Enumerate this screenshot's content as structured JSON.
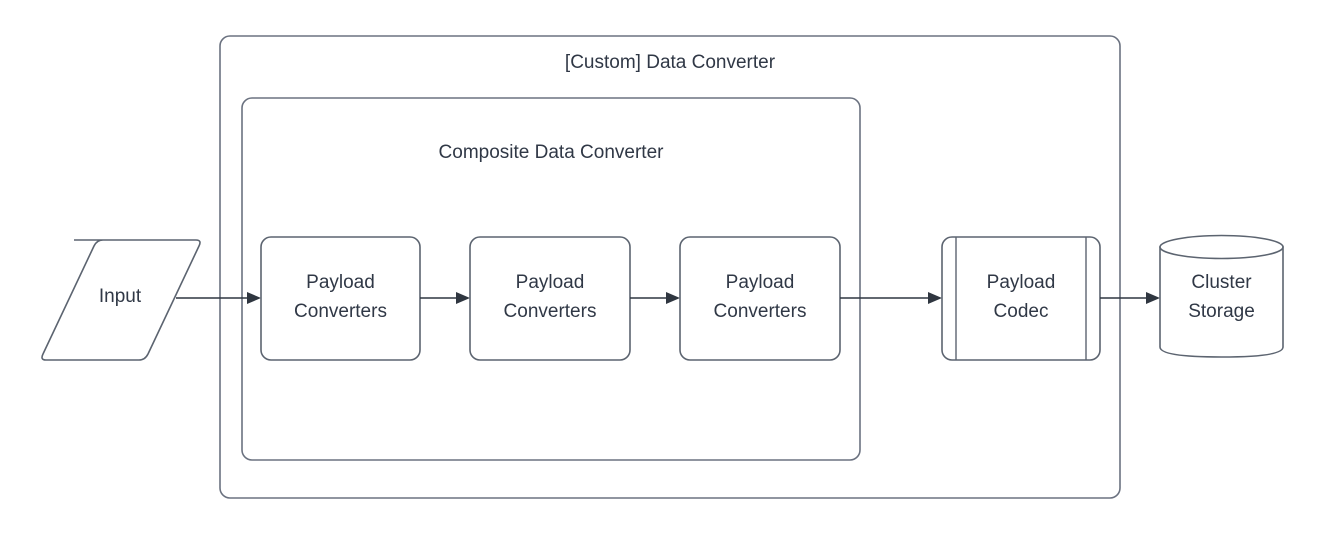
{
  "diagram": {
    "type": "flowchart",
    "background_color": "#ffffff",
    "stroke_color": "#5c6470",
    "text_color": "#303846",
    "containers": [
      {
        "id": "custom-data-converter",
        "label": "[Custom] Data Converter",
        "shape": "rounded-rectangle"
      },
      {
        "id": "composite-data-converter",
        "label": "Composite Data Converter",
        "shape": "rounded-rectangle"
      }
    ],
    "nodes": [
      {
        "id": "input",
        "label": "Input",
        "shape": "parallelogram"
      },
      {
        "id": "payload-converters-1",
        "label_line1": "Payload",
        "label_line2": "Converters",
        "shape": "rounded-rectangle"
      },
      {
        "id": "payload-converters-2",
        "label_line1": "Payload",
        "label_line2": "Converters",
        "shape": "rounded-rectangle"
      },
      {
        "id": "payload-converters-3",
        "label_line1": "Payload",
        "label_line2": "Converters",
        "shape": "rounded-rectangle"
      },
      {
        "id": "payload-codec",
        "label_line1": "Payload",
        "label_line2": "Codec",
        "shape": "process"
      },
      {
        "id": "cluster-storage",
        "label_line1": "Cluster",
        "label_line2": "Storage",
        "shape": "cylinder"
      }
    ],
    "edges": [
      {
        "from": "input",
        "to": "payload-converters-1",
        "arrow": "single"
      },
      {
        "from": "payload-converters-1",
        "to": "payload-converters-2",
        "arrow": "single"
      },
      {
        "from": "payload-converters-2",
        "to": "payload-converters-3",
        "arrow": "single"
      },
      {
        "from": "payload-converters-3",
        "to": "payload-codec",
        "arrow": "single"
      },
      {
        "from": "payload-codec",
        "to": "cluster-storage",
        "arrow": "single"
      }
    ]
  }
}
